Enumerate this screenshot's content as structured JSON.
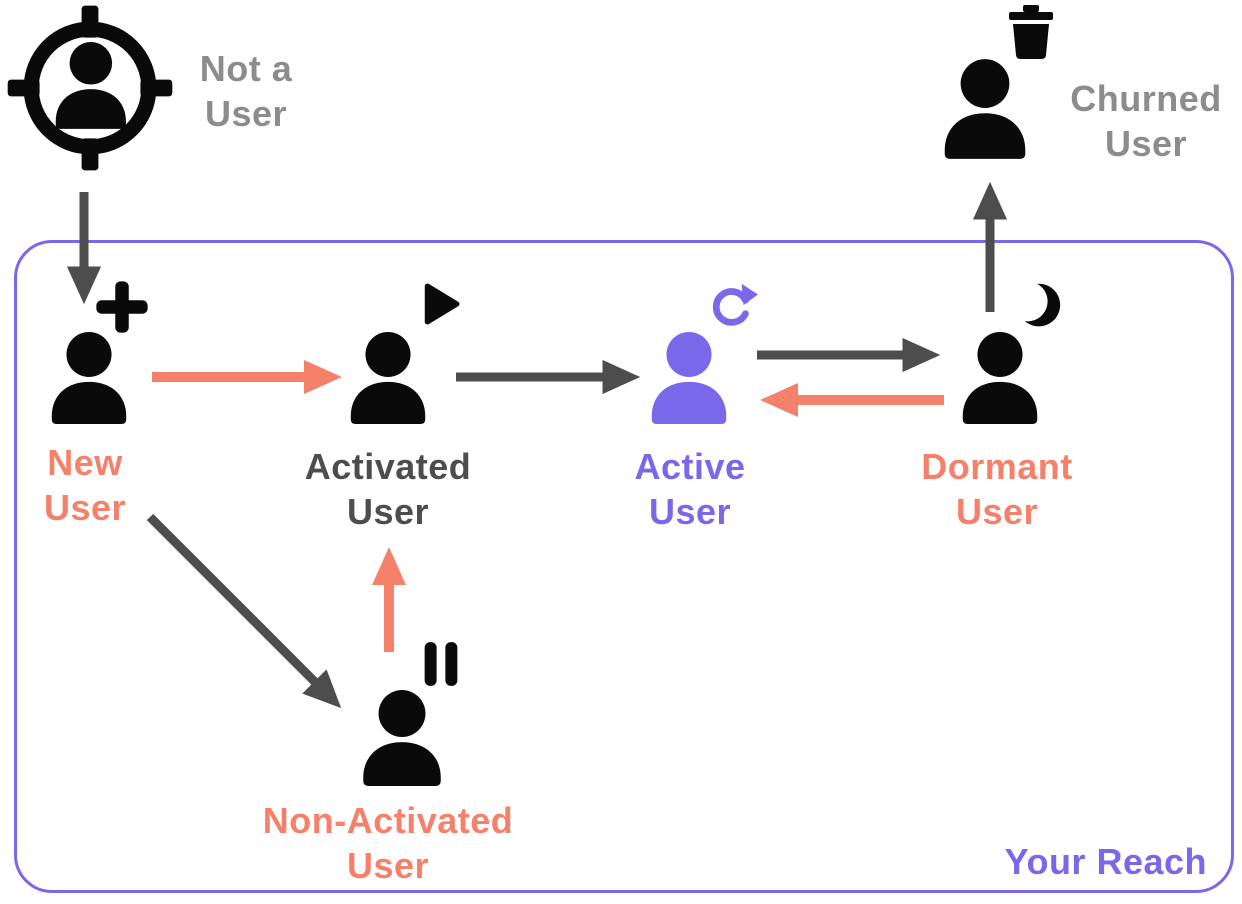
{
  "colors": {
    "salmon": "#F5816B",
    "purple": "#7A68EA",
    "darkgray": "#4D4D4D",
    "textgray": "#8C8C8C",
    "black": "#0A0A0A",
    "background": "#FFFFFF"
  },
  "region": {
    "label": "Your Reach"
  },
  "nodes": {
    "not_a_user": {
      "label": "Not a\nUser",
      "icon": "target-user-icon",
      "color": "textgray"
    },
    "new_user": {
      "label": "New\nUser",
      "icon": "user-plus-icon",
      "color": "salmon"
    },
    "activated_user": {
      "label": "Activated\nUser",
      "icon": "user-play-icon",
      "color": "darkgray"
    },
    "active_user": {
      "label": "Active\nUser",
      "icon": "user-refresh-icon",
      "color": "purple"
    },
    "dormant_user": {
      "label": "Dormant\nUser",
      "icon": "user-moon-icon",
      "color": "salmon"
    },
    "churned_user": {
      "label": "Churned\nUser",
      "icon": "user-trash-icon",
      "color": "textgray"
    },
    "non_activated_user": {
      "label": "Non-Activated\nUser",
      "icon": "user-pause-icon",
      "color": "salmon"
    }
  },
  "flows": [
    {
      "from": "Not a User",
      "to": "New User",
      "color": "darkgray"
    },
    {
      "from": "New User",
      "to": "Activated User",
      "color": "salmon"
    },
    {
      "from": "New User",
      "to": "Non-Activated User",
      "color": "darkgray"
    },
    {
      "from": "Non-Activated User",
      "to": "Activated User",
      "color": "salmon"
    },
    {
      "from": "Activated User",
      "to": "Active User",
      "color": "darkgray"
    },
    {
      "from": "Active User",
      "to": "Dormant User",
      "color": "darkgray"
    },
    {
      "from": "Dormant User",
      "to": "Active User",
      "color": "salmon"
    },
    {
      "from": "Dormant User",
      "to": "Churned User",
      "color": "darkgray"
    }
  ]
}
